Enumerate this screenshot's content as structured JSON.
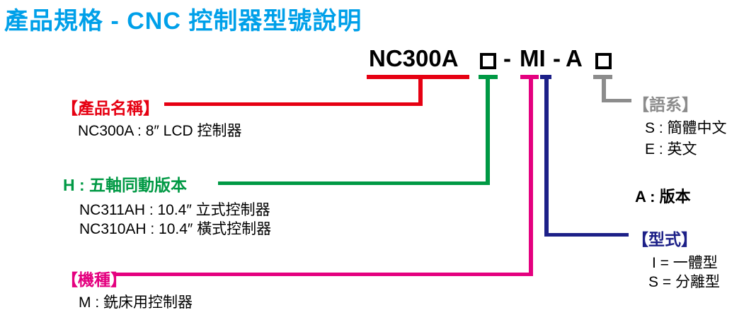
{
  "title": "產品規格 - CNC 控制器型號說明",
  "model_code": {
    "product_series": "NC300A",
    "separator1": "-",
    "machine_type_code": "MI",
    "separator2": "-",
    "version_code": "A",
    "placeholder_box": "□"
  },
  "colors": {
    "blue": "#00A0E9",
    "red": "#E60012",
    "green": "#009944",
    "pink": "#E4007F",
    "navy": "#1D2088",
    "gray": "#8C8C8C",
    "text": "#000000"
  },
  "callouts": {
    "product_name": {
      "label": "【產品名稱】",
      "color": "#E60012",
      "items": [
        "NC300A : 8″  LCD 控制器"
      ]
    },
    "five_axis": {
      "label": "H : 五軸同動版本",
      "color": "#009944",
      "items": [
        "NC311AH : 10.4″  立式控制器",
        "NC310AH : 10.4″  橫式控制器"
      ]
    },
    "machine": {
      "label": "【機種】",
      "color": "#E4007F",
      "items": [
        "M : 銑床用控制器"
      ]
    },
    "language": {
      "label": "【語系】",
      "color": "#8C8C8C",
      "items": [
        "S : 簡體中文",
        "E : 英文"
      ]
    },
    "version": {
      "label": "A : 版本",
      "color": "#00A0E9",
      "items": []
    },
    "type": {
      "label": "【型式】",
      "color": "#1D2088",
      "items": [
        "I = 一體型",
        "S = 分離型"
      ]
    }
  }
}
